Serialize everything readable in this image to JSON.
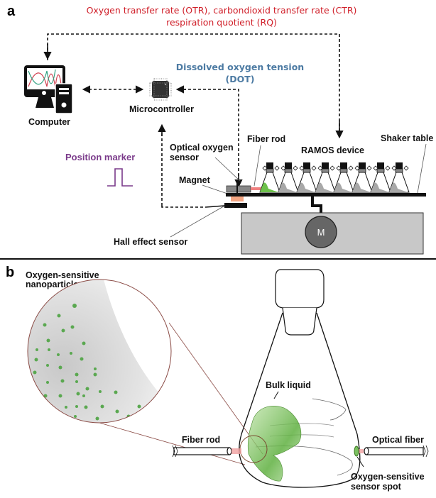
{
  "panel_a": {
    "letter": "a",
    "otr_line1": "Oxygen transfer rate (OTR), carbondioxid transfer rate (CTR)",
    "otr_line2": "respiration quotient (RQ)",
    "dot_line1": "Dissolved oxygen tension",
    "dot_line2": "(DOT)",
    "computer": "Computer",
    "microcontroller": "Microcontroller",
    "position_marker": "Position marker",
    "optical_sensor_line1": "Optical oxygen",
    "optical_sensor_line2": "sensor",
    "fiber_rod": "Fiber rod",
    "ramos": "RAMOS device",
    "shaker": "Shaker table",
    "magnet": "Magnet",
    "hall": "Hall effect sensor",
    "motor": "M",
    "flask_count": 8
  },
  "panel_b": {
    "letter": "b",
    "nano_line1": "Oxygen-sensitive",
    "nano_line2": "nanoparticle",
    "bulk_liquid": "Bulk liquid",
    "fiber_rod": "Fiber rod",
    "optical_fiber": "Optical fiber",
    "spot_line1": "Oxygen-sensitive",
    "spot_line2": "sensor spot"
  },
  "colors": {
    "red_label": "#d0202a",
    "blue_label": "#4d7ba3",
    "purple_label": "#7a3a8a",
    "green_liquid": "#6cc04a",
    "light_beam": "#f0a0a0",
    "magnet": "#f4a582",
    "circle_outline": "#8a4a44"
  }
}
